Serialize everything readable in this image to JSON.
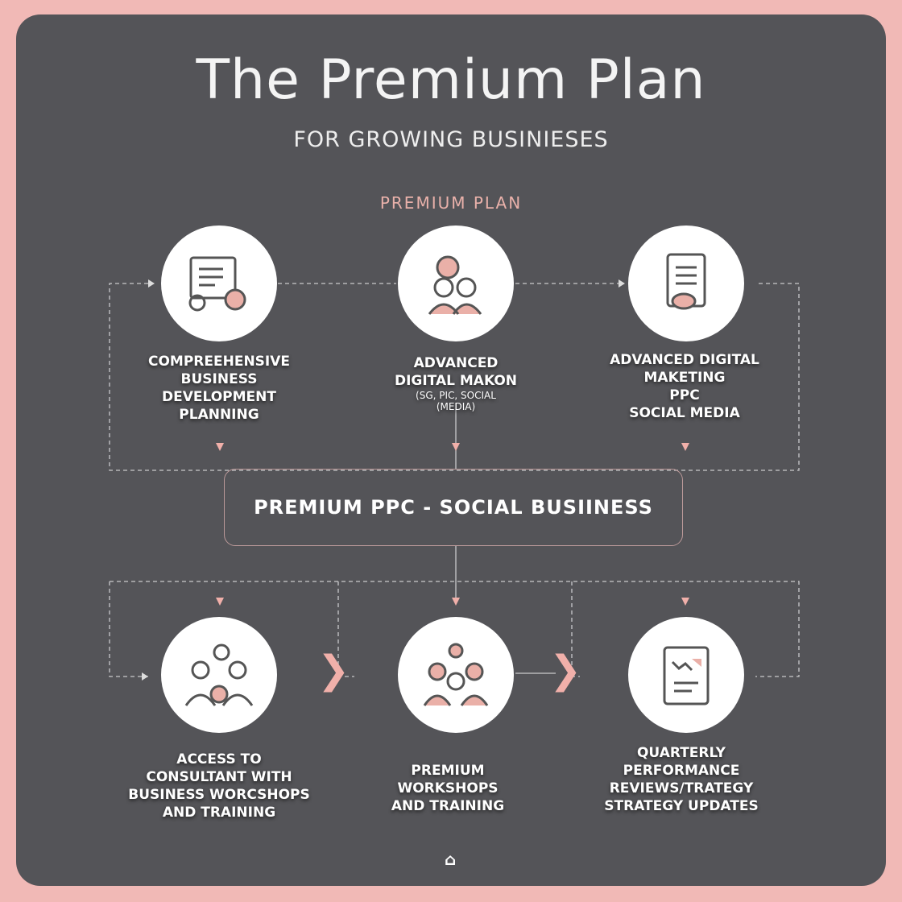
{
  "header": {
    "title": "The Premium Plan",
    "subtitle": "FOR GROWING BUSINIESES",
    "kicker": "PREMIUM PLAN"
  },
  "top_steps": [
    {
      "icon": "business-plan-icon",
      "lines": [
        "COMPREEHENSIVE",
        "BUSINESS",
        "DEVELOPMENT",
        "PLANNING"
      ]
    },
    {
      "icon": "marketing-team-icon",
      "lines": [
        "ADVANCED",
        "DIGITAL MAKON"
      ],
      "small": [
        "(SG, PIC, SOCIAL",
        "(MEDIA)"
      ]
    },
    {
      "icon": "clipboard-report-icon",
      "lines": [
        "ADVANCED DIGITAL",
        "MAKETING",
        "PPC",
        "SOCIAL MEDIA"
      ]
    }
  ],
  "center_box": {
    "label": "PREMIUM PPC - SOCIAL BUSIINESS"
  },
  "bottom_steps": [
    {
      "icon": "consultant-group-icon",
      "lines": [
        "ACCESS TO",
        "CONSULTANT WITH",
        "BUSINESS WORCSHOPS",
        "AND TRAINING"
      ]
    },
    {
      "icon": "workshop-team-icon",
      "lines": [
        "PREMIUM",
        "WORKSHOPS",
        "AND TRAINING"
      ]
    },
    {
      "icon": "performance-review-icon",
      "lines": [
        "QUARTERLY",
        "PERFORMANCE",
        "REVIEWS/TRATEGY",
        "STRATEGY UPDATES"
      ]
    }
  ],
  "colors": {
    "accent": "#f1b0aa",
    "panel": "#545458",
    "border": "#f1b9b6"
  }
}
